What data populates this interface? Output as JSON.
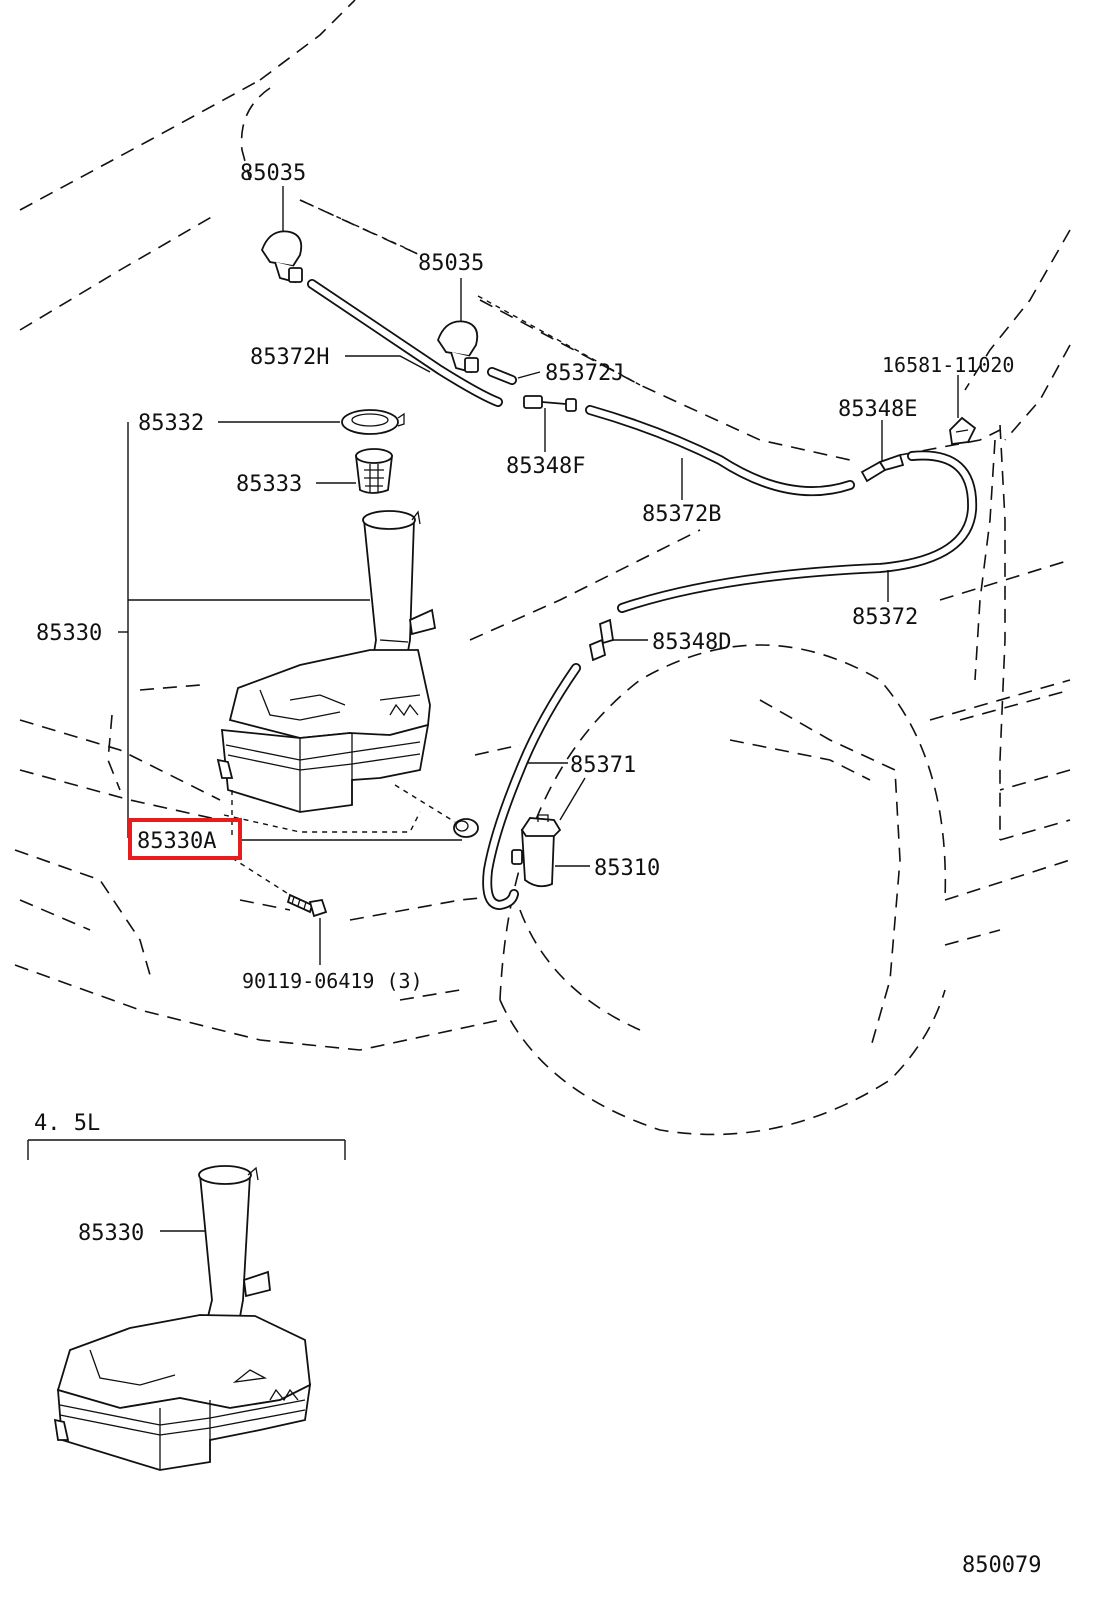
{
  "diagram": {
    "labels": {
      "l85035a": "85035",
      "l85035b": "85035",
      "l85372h": "85372H",
      "l85372j": "85372J",
      "l16581": "16581-11020",
      "l85348e": "85348E",
      "l85332": "85332",
      "l85348f": "85348F",
      "l85333": "85333",
      "l85372b": "85372B",
      "l85330": "85330",
      "l85372": "85372",
      "l85348d": "85348D",
      "l85371": "85371",
      "l85330a": "85330A",
      "l85310": "85310",
      "l90119": "90119-06419 (3)",
      "inset_title": "4. 5L",
      "inset_85330": "85330",
      "ref_number": "850079"
    },
    "highlight_color": "#e81c1c",
    "line_color": "#111111"
  }
}
